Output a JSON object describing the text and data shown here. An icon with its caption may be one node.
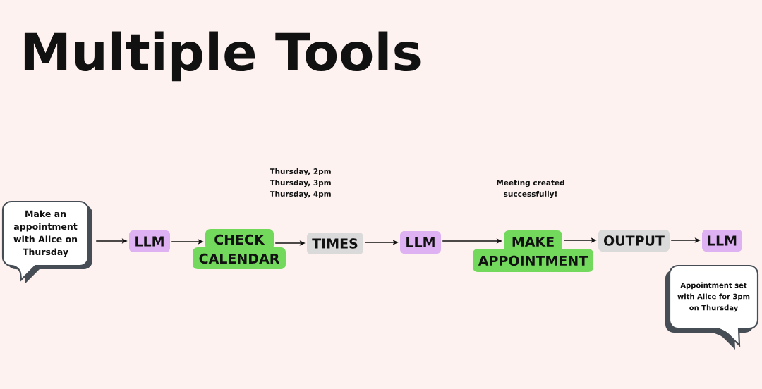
{
  "diagram": {
    "title": "Multiple Tools",
    "nodes": [
      {
        "text": [
          "Make an appointment with Alice on Thursday"
        ]
      },
      {
        "text": [
          "LLM"
        ]
      },
      {
        "text": [
          "CHECK CALENDAR"
        ]
      },
      {
        "text": [
          "TIMES"
        ]
      },
      {
        "text": [
          "LLM"
        ]
      },
      {
        "text": [
          "MAKE APPOINTMENT"
        ]
      },
      {
        "text": [
          "OUTPUT"
        ]
      },
      {
        "text": [
          "LLM"
        ]
      },
      {
        "text": [
          "Appointment set with Alice for 3pm on Thursday"
        ]
      }
    ],
    "edges": [
      {
        "from": 0,
        "to": 1,
        "arrow": "to"
      },
      {
        "from": 1,
        "to": 2,
        "arrow": "to"
      },
      {
        "from": 2,
        "to": 3,
        "arrow": "to"
      },
      {
        "from": 3,
        "to": 4,
        "arrow": "to"
      },
      {
        "from": 4,
        "to": 5,
        "arrow": "to"
      },
      {
        "from": 5,
        "to": 6,
        "arrow": "to"
      },
      {
        "from": 6,
        "to": 7,
        "arrow": "to"
      }
    ],
    "labels": [
      "Thursday, 2pm",
      "Thursday, 3pm",
      "Thursday, 4pm",
      "Meeting created successfully!"
    ]
  }
}
